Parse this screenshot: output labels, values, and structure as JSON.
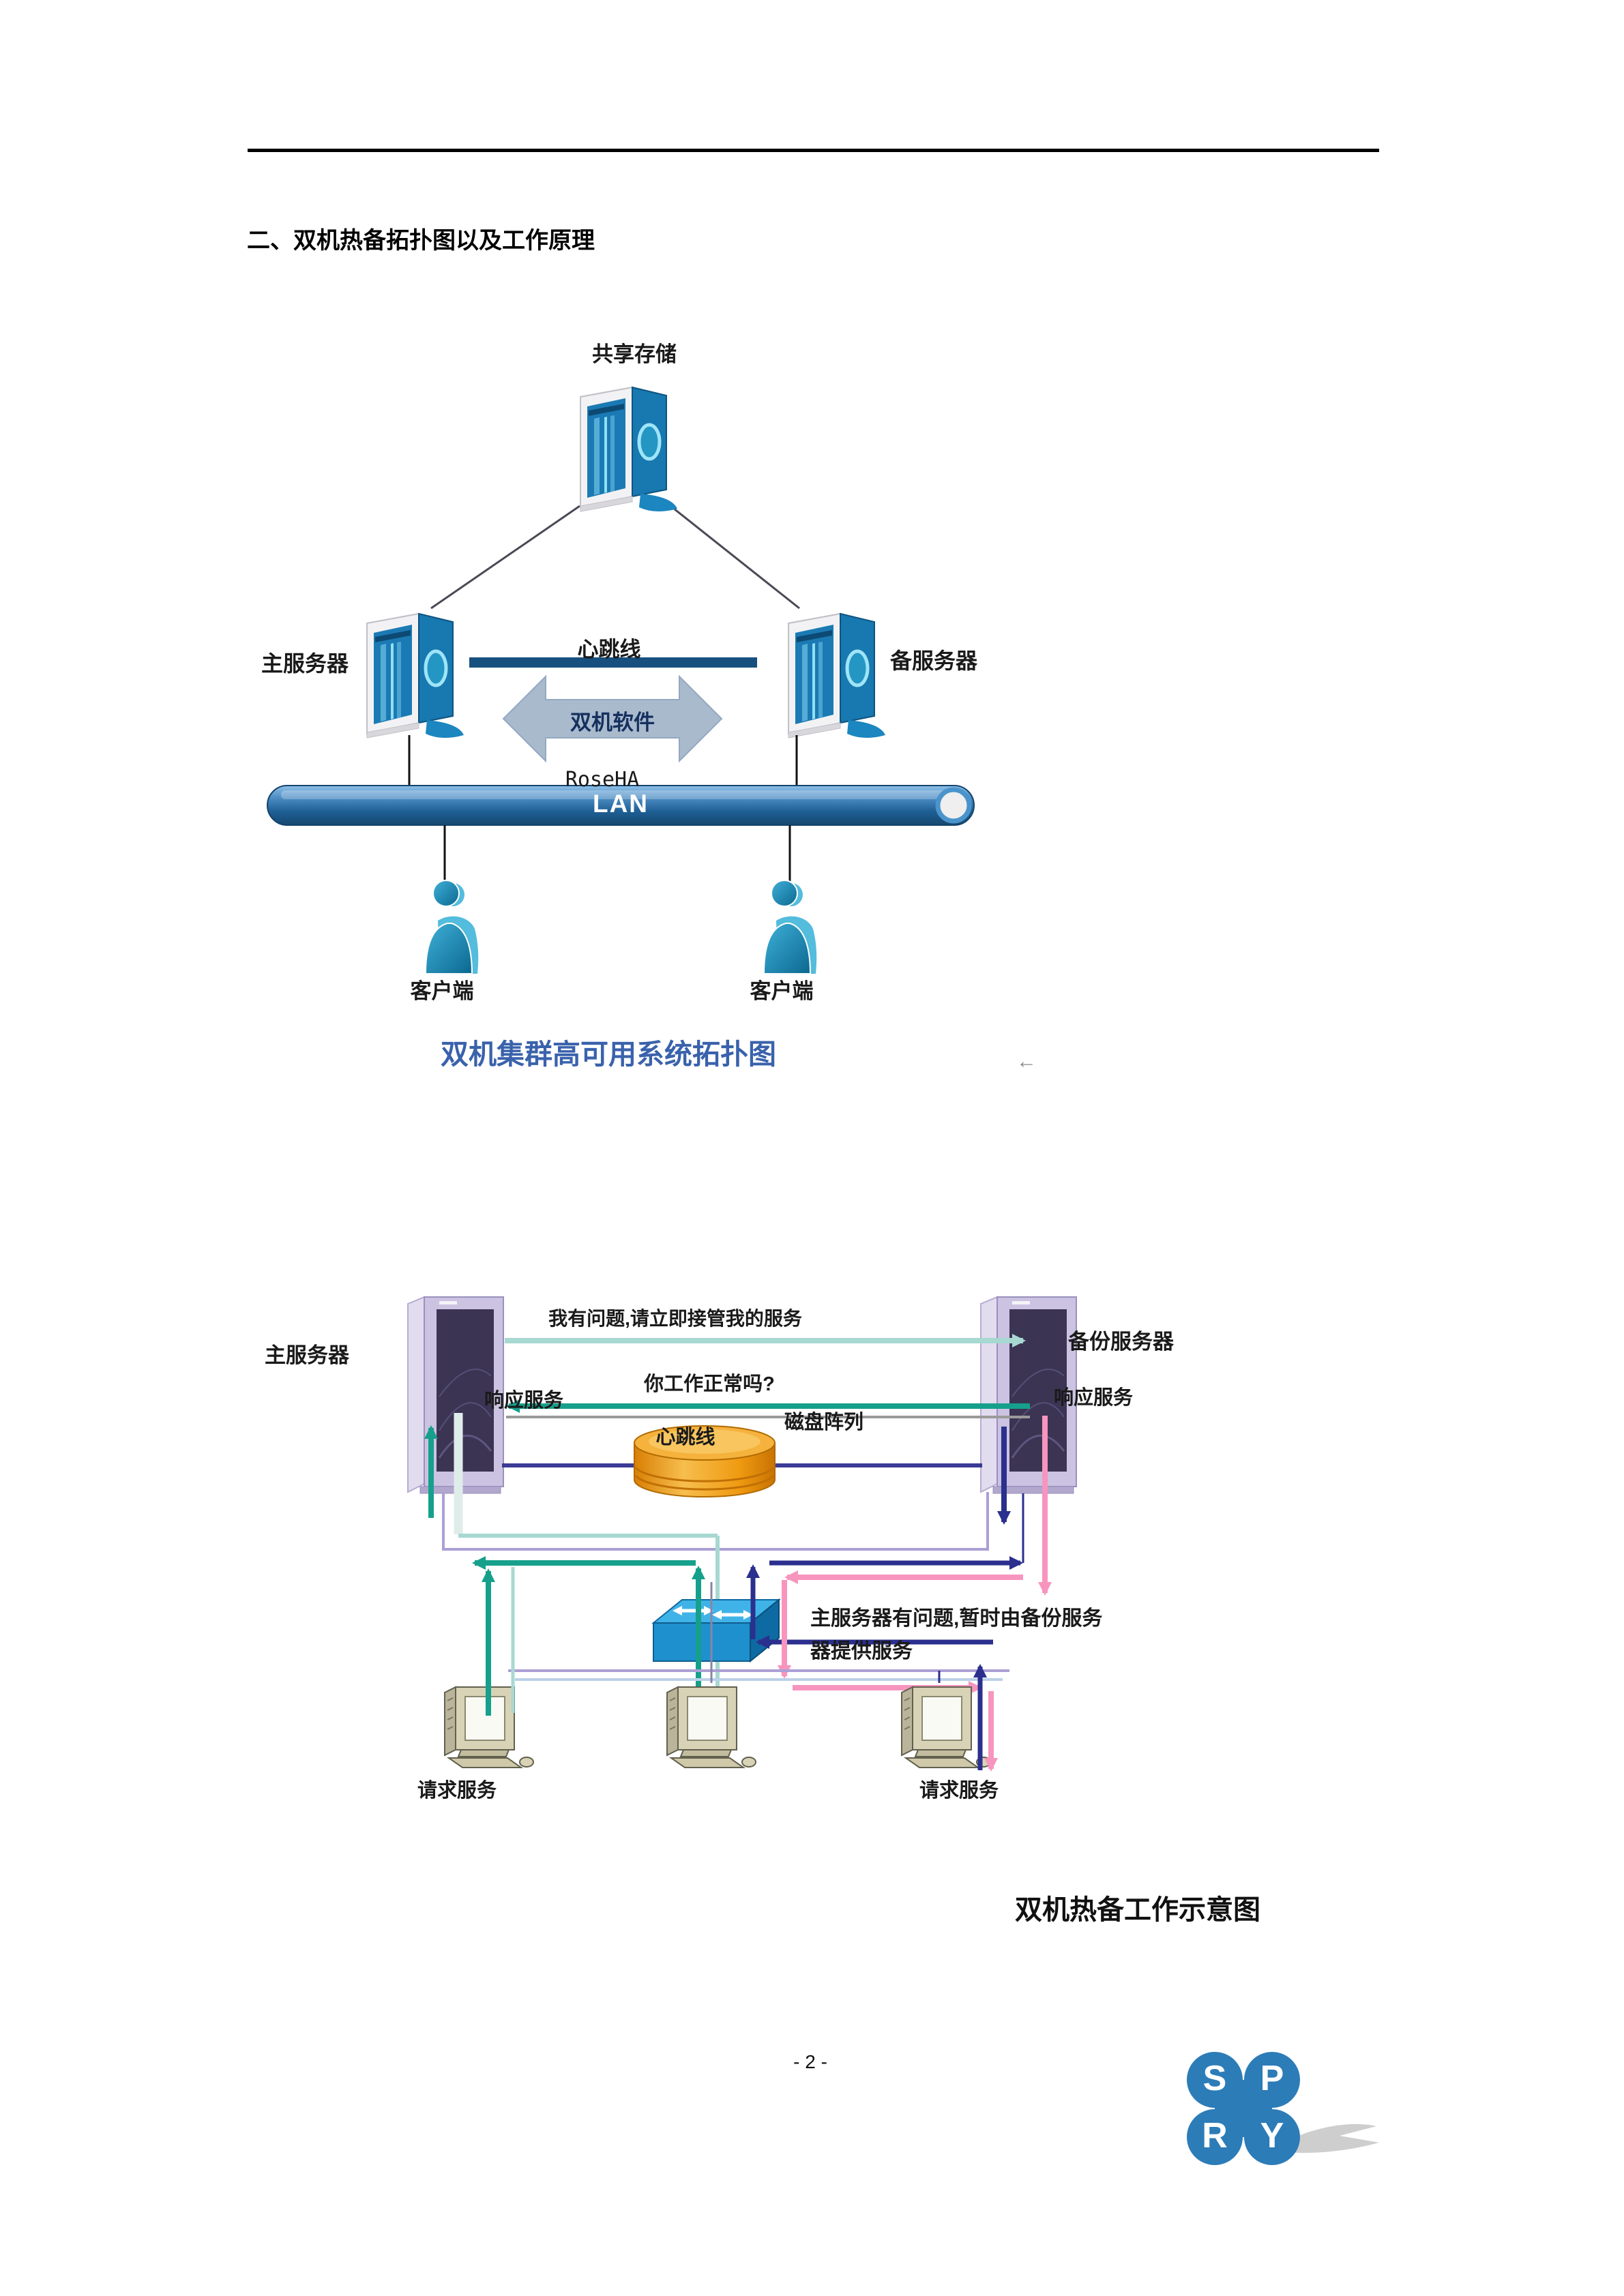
{
  "page": {
    "title": "二、双机热备拓扑图以及工作原理",
    "page_number": "- 2 -"
  },
  "topology_diagram": {
    "caption": "双机集群高可用系统拓扑图",
    "anchor_mark": "←",
    "shared_storage_label": "共享存储",
    "primary_server_label": "主服务器",
    "backup_server_label": "备服务器",
    "heartbeat_label": "心跳线",
    "cluster_software_label": "双机软件",
    "software_name": "RoseHA",
    "lan_label": "LAN",
    "client_left_label": "客户端",
    "client_right_label": "客户端"
  },
  "working_diagram": {
    "caption": "双机热备工作示意图",
    "primary_server_label": "主服务器",
    "backup_server_label": "备份服务器",
    "takeover_message": "我有问题,请立即接管我的服务",
    "health_check_message": "你工作正常吗?",
    "heartbeat_label": "心跳线",
    "response_left_label": "响应服务",
    "response_right_label": "响应服务",
    "disk_array_label": "磁盘阵列",
    "failover_message_line1": "主服务器有问题,暂时由备份服务",
    "failover_message_line2": "器提供服务",
    "request_left_label": "请求服务",
    "request_right_label": "请求服务"
  },
  "logo": {
    "letters": [
      "S",
      "P",
      "R",
      "Y"
    ],
    "color": "#2C7CB8"
  },
  "colors": {
    "caption_blue": "#3A62AC",
    "heartbeat_bar": "#17507E",
    "lan_bar": "#2A6CA8",
    "double_arrow": "#A9BACD",
    "teal_arrow": "#16A08C",
    "pale_cyan_arrow": "#A8D8D2",
    "navy_arrow": "#2B2F8E",
    "pink_arrow": "#F795BE",
    "lavender_line": "#AC9FD6",
    "gray_line": "#9A9A9A",
    "disk_orange": "#F0980F"
  }
}
